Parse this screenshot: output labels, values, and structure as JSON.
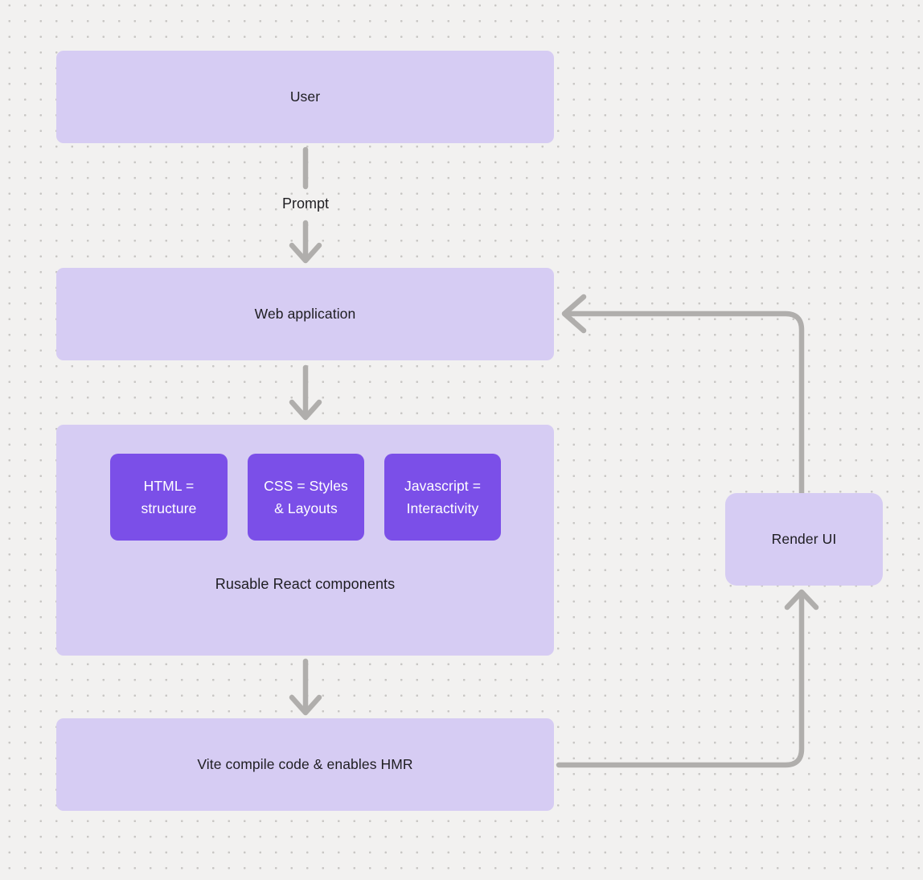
{
  "diagram": {
    "nodes": {
      "user": {
        "label": "User"
      },
      "web_app": {
        "label": "Web application"
      },
      "components_group": {
        "label": "Rusable React components"
      },
      "html": {
        "label": "HTML =\nstructure"
      },
      "css": {
        "label": "CSS = Styles\n& Layouts"
      },
      "js": {
        "label": "Javascript =\nInteractivity"
      },
      "vite": {
        "label": "Vite compile code & enables HMR"
      },
      "render_ui": {
        "label": "Render UI"
      }
    },
    "edges": {
      "prompt": {
        "label": "Prompt"
      }
    },
    "colors": {
      "background": "#f2f1f0",
      "dot": "#c8c6c4",
      "node_fill": "#d6ccf3",
      "inner_node_fill": "#7b4fe8",
      "inner_node_text": "#ffffff",
      "node_text": "#1e1d21",
      "connector": "#b0aeac"
    }
  }
}
